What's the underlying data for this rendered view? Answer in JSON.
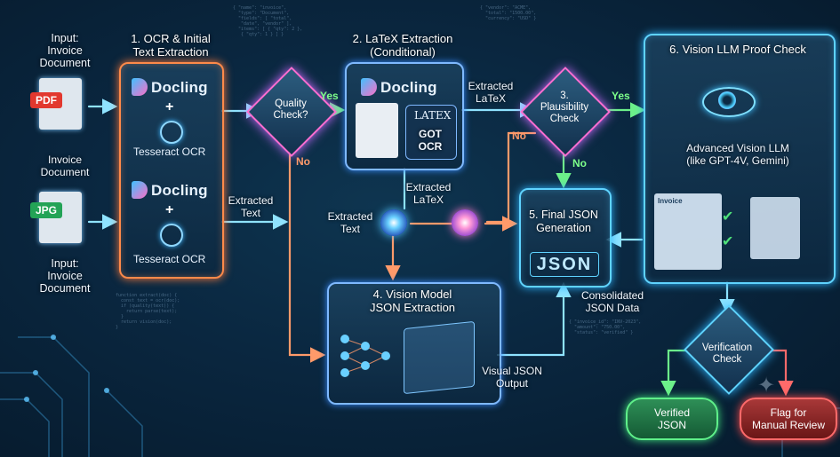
{
  "input_top": {
    "label": "Input:\nInvoice\nDocument",
    "file_type": "PDF",
    "caption": "Invoice\nDocument"
  },
  "input_bottom": {
    "label": "Input:\nInvoice\nDocument",
    "file_type": "JPG"
  },
  "step1": {
    "title": "1. OCR & Initial\nText Extraction",
    "brand": "Docling",
    "plus": "+",
    "ocr": "Tesseract OCR"
  },
  "quality_check": {
    "label": "Quality\nCheck?",
    "yes": "Yes",
    "no": "No"
  },
  "extracted_text_1": "Extracted\nText",
  "step2": {
    "title": "2. LaTeX Extraction\n(Conditional)",
    "brand": "Docling",
    "latex": "LATEX",
    "got_ocr": "GOT\nOCR"
  },
  "extracted_latex_top": "Extracted\nLaTeX",
  "plausibility_check": {
    "label": "3.\nPlausibility\nCheck",
    "yes": "Yes",
    "no": "No",
    "no_down": "No"
  },
  "extracted_latex_mid": "Extracted\nLaTeX",
  "extracted_text_2": "Extracted\nText",
  "step5": {
    "title": "5. Final JSON\nGeneration",
    "badge": "JSON"
  },
  "consolidated": "Consolidated\nJSON Data",
  "step4": {
    "title": "4. Vision Model\nJSON Extraction"
  },
  "visual_json": "Visual JSON\nOutput",
  "step6": {
    "title": "6. Vision LLM Proof Check",
    "subtitle": "Advanced Vision LLM\n(like GPT-4V, Gemini)",
    "doc_header": "Invoice"
  },
  "verification": {
    "label": "Verification\nCheck"
  },
  "verified": "Verified\nJSON",
  "flag": "Flag for\nManual Review",
  "colors": {
    "orange": "#ff8a4a",
    "cyan": "#5fd3ff",
    "green": "#4fe07a",
    "red": "#ff5a5a",
    "magenta": "#ff6fd1"
  },
  "icons": [
    "pdf-file-icon",
    "jpg-file-icon",
    "docling-logo-icon",
    "tesseract-icon",
    "eye-icon",
    "neural-network-icon",
    "scroll-pen-icon",
    "check-icon",
    "sparkle-icon"
  ]
}
